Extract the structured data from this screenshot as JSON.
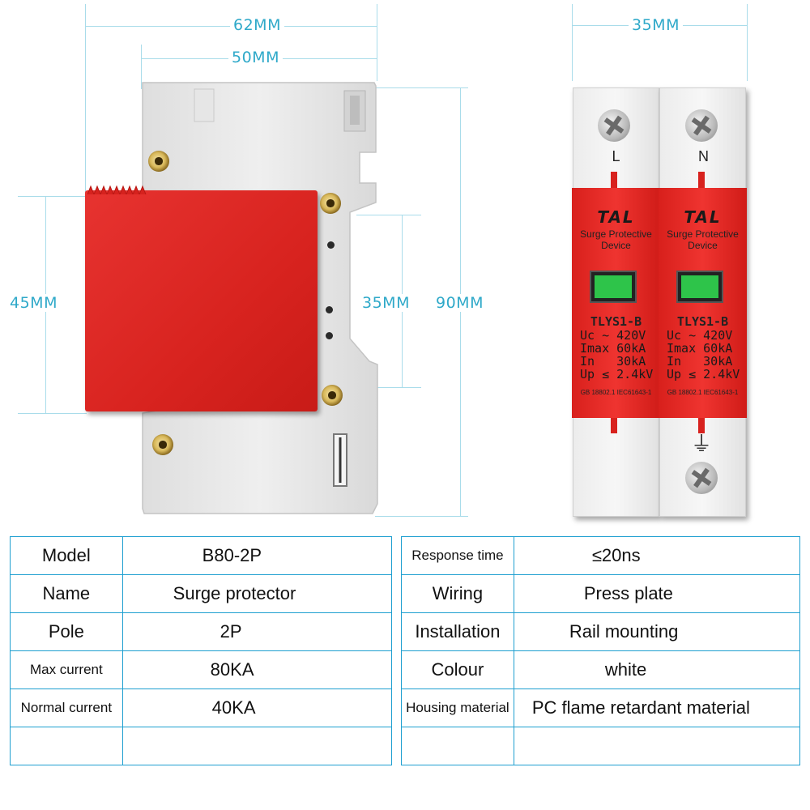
{
  "dimensions": {
    "total_width": "62MM",
    "body_width": "50MM",
    "cover_height": "45MM",
    "window_height": "35MM",
    "total_height": "90MM",
    "front_width": "35MM"
  },
  "device": {
    "poles": [
      {
        "terminal": "L",
        "brand": "TAL",
        "desc1": "Surge Protective",
        "desc2": "Device",
        "model": "TLYS1-B",
        "spec_lines": "Uc ~ 420V\nImax 60kA\nIn   30kA\nUp ≤ 2.4kV",
        "standard": "GB 18802.1  IEC61643-1"
      },
      {
        "terminal": "N",
        "brand": "TAL",
        "desc1": "Surge Protective",
        "desc2": "Device",
        "model": "TLYS1-B",
        "spec_lines": "Uc ~ 420V\nImax 60kA\nIn   30kA\nUp ≤ 2.4kV",
        "standard": "GB 18802.1  IEC61643-1"
      }
    ],
    "ground_symbol": "⏚"
  },
  "colors": {
    "accent": "#1e9fd0",
    "cover_red": "#e52a26",
    "dimension": "#2fa9c9"
  },
  "specs_left": [
    {
      "label": "Model",
      "value": "B80-2P"
    },
    {
      "label": "Name",
      "value": "Surge protector"
    },
    {
      "label": "Pole",
      "value": "2P"
    },
    {
      "label": "Max current",
      "value": "80KA"
    },
    {
      "label": "Normal current",
      "value": "40KA"
    },
    {
      "label": "",
      "value": ""
    }
  ],
  "specs_right": [
    {
      "label": "Response time",
      "value": "≤20ns"
    },
    {
      "label": "Wiring",
      "value": "Press plate"
    },
    {
      "label": "Installation",
      "value": "Rail mounting"
    },
    {
      "label": "Colour",
      "value": "white"
    },
    {
      "label": "Housing material",
      "value": "PC flame retardant material"
    },
    {
      "label": "",
      "value": ""
    }
  ]
}
